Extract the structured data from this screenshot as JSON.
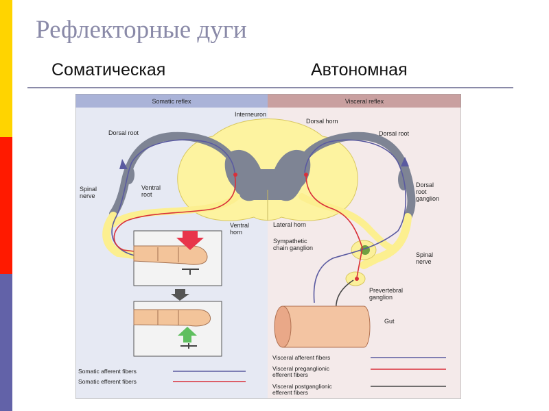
{
  "slide": {
    "title": "Рефлекторные дуги",
    "left_heading": "Соматическая",
    "right_heading": "Автономная",
    "colors": {
      "stripe_top": "#ffd400",
      "stripe_middle": "#ff1a00",
      "stripe_bottom": "#6262a8",
      "title": "#8a8aa8",
      "rule": "#8a8aa8"
    }
  },
  "figure": {
    "left_panel_title": "Somatic reflex",
    "right_panel_title": "Visceral reflex",
    "labels": {
      "interneuron": "Interneuron",
      "dorsal_horn": "Dorsal horn",
      "dorsal_root_left": "Dorsal root",
      "dorsal_root_right": "Dorsal root",
      "spinal_nerve_left_1": "Spinal",
      "spinal_nerve_left_2": "nerve",
      "ventral_root_1": "Ventral",
      "ventral_root_2": "root",
      "ventral_horn_1": "Ventral",
      "ventral_horn_2": "horn",
      "lateral_horn": "Lateral horn",
      "drg_1": "Dorsal",
      "drg_2": "root",
      "drg_3": "ganglion",
      "symp_1": "Sympathetic",
      "symp_2": "chain ganglion",
      "spinal_nerve_right_1": "Spinal",
      "spinal_nerve_right_2": "nerve",
      "prevert_1": "Prevertebral",
      "prevert_2": "ganglion",
      "gut": "Gut"
    },
    "legend_left": [
      {
        "label": "Somatic afferent fibers",
        "color": "#5a5aa0"
      },
      {
        "label": "Somatic efferent fibers",
        "color": "#d9303a"
      }
    ],
    "legend_right": [
      {
        "line1": "Visceral afferent fibers",
        "line2": "",
        "color": "#5a5aa0"
      },
      {
        "line1": "Visceral preganglionic",
        "line2": "efferent fibers",
        "color": "#d9303a"
      },
      {
        "line1": "Visceral postganglionic",
        "line2": "efferent fibers",
        "color": "#444444"
      }
    ],
    "colors": {
      "left_bg": "#e6e9f3",
      "right_bg": "#f4eaea",
      "left_header": "#aab3d8",
      "right_header": "#c9a0a0",
      "cord_white": "#fdf3a0",
      "cord_gray": "#7e8494",
      "nerve_yellow": "#fcef90",
      "afferent": "#5a5aa0",
      "efferent": "#d9303a",
      "gut": "#f3c4a2",
      "ganglion": "#fbf09a"
    }
  }
}
